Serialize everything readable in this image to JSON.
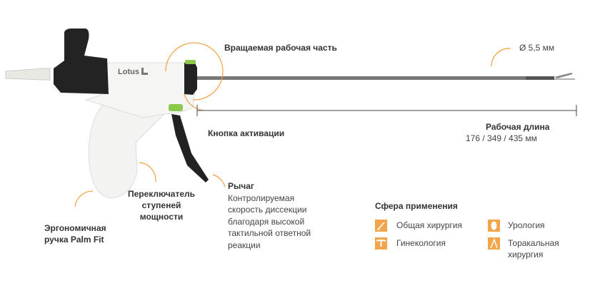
{
  "brand": "Lotus",
  "labels": {
    "rotating_part": "Вращаемая рабочая часть",
    "diameter": "Ø 5,5 мм",
    "working_length_title": "Рабочая длина",
    "working_length_values": "176 / 349 / 435 мм",
    "activation_button": "Кнопка активации",
    "power_switch": [
      "Переключатель",
      "ступеней",
      "мощности"
    ],
    "lever_title": "Рычаг",
    "lever_desc": [
      "Контролируемая",
      "скорость диссекции",
      "благодаря высокой",
      "тактильной ответной",
      "реакции"
    ],
    "grip": [
      "Эргономичная",
      "ручка Palm Fit"
    ]
  },
  "applications": {
    "title": "Сфера применения",
    "items": [
      {
        "label": "Общая хирургия",
        "icon": "scalpel-icon"
      },
      {
        "label": "Урология",
        "icon": "kidney-icon"
      },
      {
        "label": "Гинекология",
        "icon": "uterus-icon"
      },
      {
        "label": "Торакальная хирургия",
        "icon": "lung-icon"
      }
    ]
  },
  "colors": {
    "accent": "#f0a040",
    "green": "#8cc84b",
    "dark": "#222222"
  }
}
